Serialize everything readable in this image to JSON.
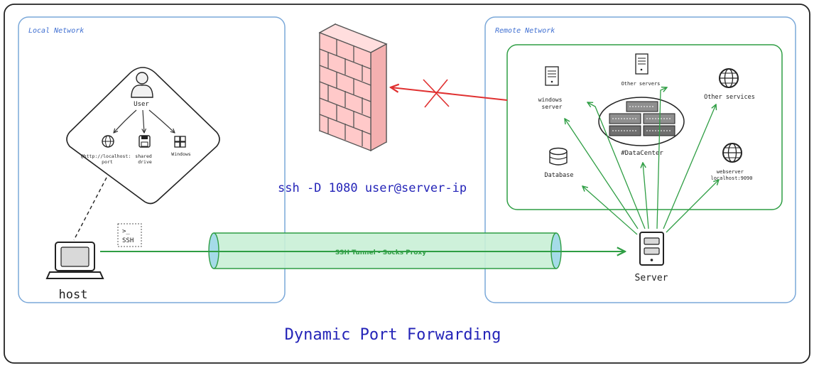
{
  "title": "Dynamic Port Forwarding",
  "command": "ssh -D 1080 user@server-ip",
  "local_network": {
    "label": "Local Network",
    "user_label": "User",
    "service_labels": [
      "@http://localhost:",
      "port",
      "shared",
      "drive",
      "Windows"
    ],
    "ssh_label": "SSH",
    "ssh_prompt": ">_",
    "host_label": "host"
  },
  "remote_network": {
    "label": "Remote Network",
    "windows_server": [
      "windows",
      "server"
    ],
    "other_servers": "Other servers",
    "other_services": "Other services",
    "datacenter": "#DataCenter",
    "database": "Database",
    "webserver": [
      "webserver",
      "localhost:9090"
    ],
    "server_label": "Server"
  },
  "tunnel_label": "SSH Tunnel - Socks Proxy",
  "colors": {
    "network_border": "#7aa8d9",
    "label_blue": "#3f6fd1",
    "command_blue": "#2424b8",
    "green": "#2f9e44",
    "tunnel_fill": "#c9f0d6",
    "tunnel_end": "#8fd3e8",
    "firewall_fill": "#ffc9c9",
    "firewall_line": "#555555",
    "blocked_red": "#e03131"
  },
  "icons": [
    "user-icon",
    "globe-icon",
    "floppy-icon",
    "windows-icon",
    "terminal-icon",
    "laptop-icon",
    "firewall-icon",
    "tower-server-icon",
    "datacenter-icon",
    "database-icon",
    "server-icon"
  ]
}
